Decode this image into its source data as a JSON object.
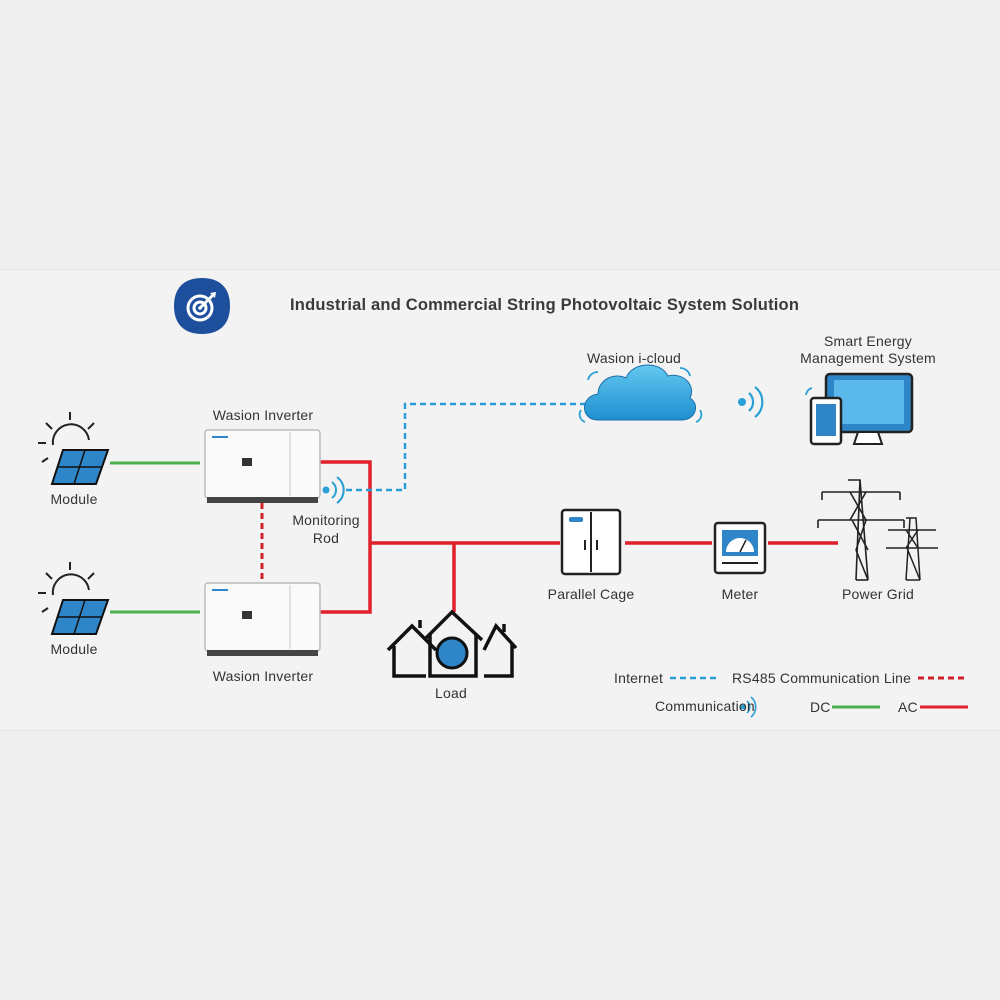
{
  "title": "Industrial and Commercial String Photovoltaic System Solution",
  "nodes": {
    "module_top": "Module",
    "module_bottom": "Module",
    "inverter_top": "Wasion Inverter",
    "inverter_bottom": "Wasion Inverter",
    "monitoring_rod_line1": "Monitoring",
    "monitoring_rod_line2": "Rod",
    "cloud": "Wasion i-cloud",
    "ems_line1": "Smart Energy",
    "ems_line2": "Management System",
    "parallel_cage": "Parallel Cage",
    "meter": "Meter",
    "power_grid": "Power Grid",
    "load": "Load"
  },
  "legend": {
    "internet": "Internet",
    "rs485": "RS485 Communication Line",
    "communication": "Communication",
    "dc": "DC",
    "ac": "AC"
  },
  "colors": {
    "ac": "#e0202a",
    "dc": "#4cb14c",
    "internet": "#2a9fd6",
    "rs485": "#d2202a",
    "badge": "#1d4f9c",
    "device_blue": "#2e86c8"
  },
  "icons": [
    "target-icon",
    "sun-icon",
    "solar-panel-icon",
    "inverter-icon",
    "wifi-signal-icon",
    "cloud-icon",
    "monitor-icon",
    "tablet-icon",
    "cabinet-icon",
    "meter-icon",
    "transmission-tower-icon",
    "houses-icon"
  ]
}
